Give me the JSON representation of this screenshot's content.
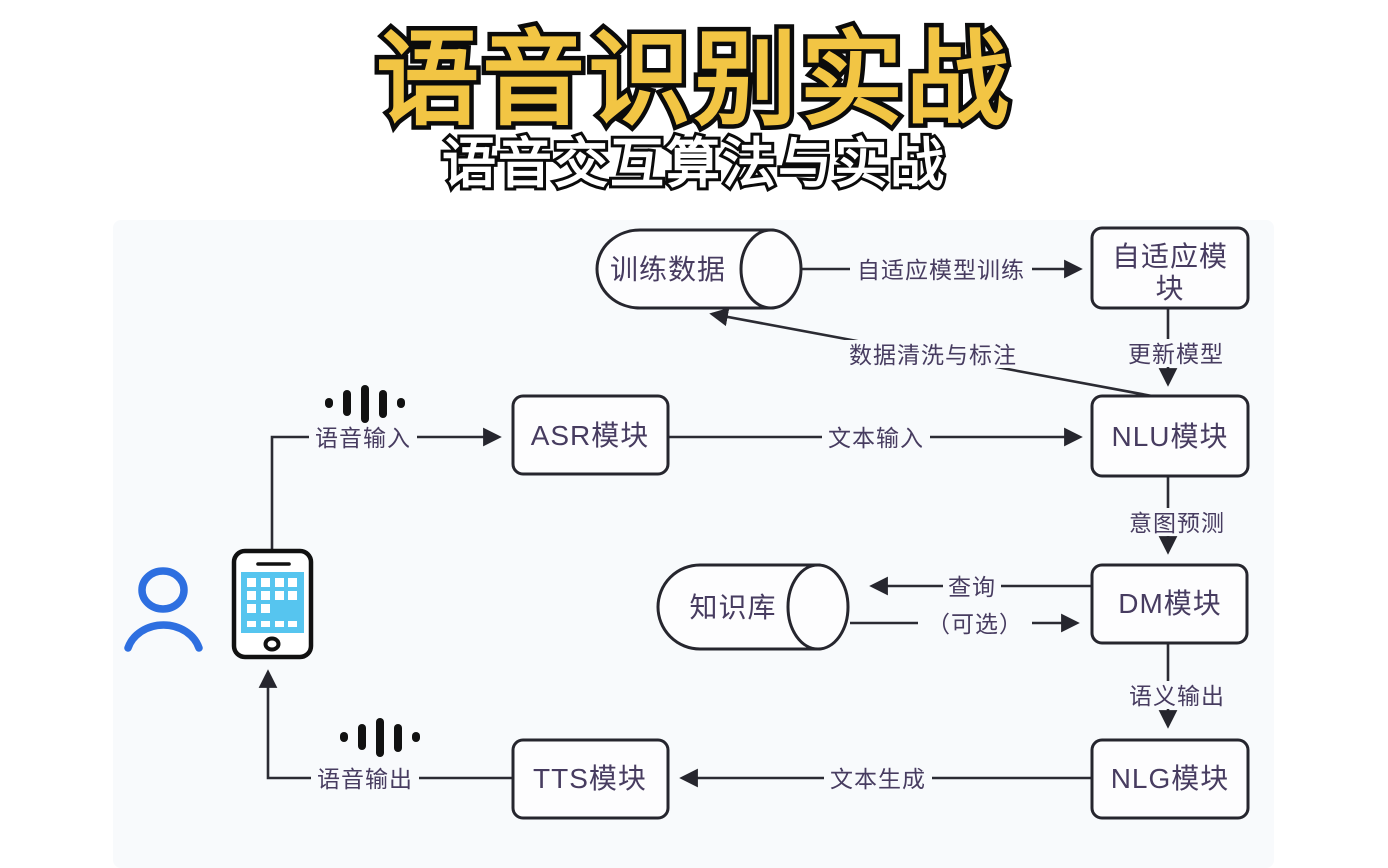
{
  "header": {
    "title": "语音识别实战",
    "subtitle": "语音交互算法与实战"
  },
  "colors": {
    "title_fill": "#f2c544",
    "title_outline": "#0b0b0b",
    "subtitle_fill": "#ffffff",
    "diagram_ink": "#2b2b33",
    "diagram_text": "#473c60",
    "person_blue": "#2e6fe0",
    "phone_screen_blue": "#56c5ef",
    "panel_bg": "#f8fafc"
  },
  "diagram": {
    "nodes": {
      "train_data": {
        "label": "训练数据",
        "shape": "cylinder"
      },
      "adapt_module": {
        "label": "自适应模块",
        "line1": "自适应模",
        "line2": "块",
        "shape": "rect"
      },
      "asr": {
        "label": "ASR模块",
        "shape": "rect"
      },
      "nlu": {
        "label": "NLU模块",
        "shape": "rect"
      },
      "dm": {
        "label": "DM模块",
        "shape": "rect"
      },
      "knowledge_base": {
        "label": "知识库",
        "shape": "cylinder"
      },
      "nlg": {
        "label": "NLG模块",
        "shape": "rect"
      },
      "tts": {
        "label": "TTS模块",
        "shape": "rect"
      }
    },
    "edges": {
      "adapt_training": {
        "label": "自适应模型训练",
        "from": "训练数据",
        "to": "自适应模块"
      },
      "update_model": {
        "label": "更新模型",
        "from": "自适应模块",
        "to": "NLU模块"
      },
      "data_cleaning": {
        "label": "数据清洗与标注",
        "from": "NLU模块",
        "to": "训练数据"
      },
      "voice_input": {
        "label": "语音输入",
        "from": "手机",
        "to": "ASR模块"
      },
      "text_input": {
        "label": "文本输入",
        "from": "ASR模块",
        "to": "NLU模块"
      },
      "intent_prediction": {
        "label": "意图预测",
        "from": "NLU模块",
        "to": "DM模块"
      },
      "query": {
        "label": "查询",
        "from": "DM模块",
        "to": "知识库"
      },
      "optional": {
        "label": "（可选）",
        "from": "知识库",
        "to": "DM模块"
      },
      "semantic_output": {
        "label": "语义输出",
        "from": "DM模块",
        "to": "NLG模块"
      },
      "text_generation": {
        "label": "文本生成",
        "from": "NLG模块",
        "to": "TTS模块"
      },
      "voice_output": {
        "label": "语音输出",
        "from": "TTS模块",
        "to": "手机"
      }
    },
    "icons": {
      "user": "user-icon",
      "phone": "smartphone-icon",
      "sound_wave_top": "sound-wave-icon",
      "sound_wave_bottom": "sound-wave-icon"
    }
  }
}
